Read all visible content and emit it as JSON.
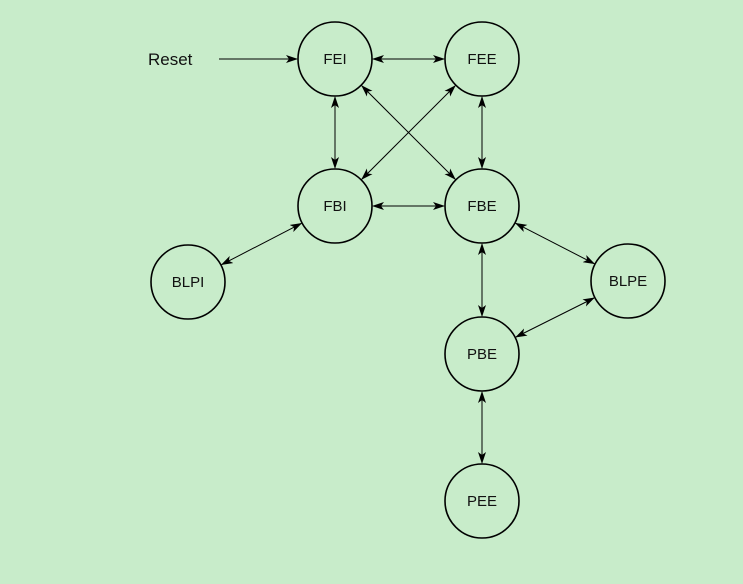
{
  "diagram": {
    "background": "#c8ecca",
    "reset_label": "Reset",
    "nodes": [
      {
        "id": "FEI",
        "label": "FEI"
      },
      {
        "id": "FEE",
        "label": "FEE"
      },
      {
        "id": "FBI",
        "label": "FBI"
      },
      {
        "id": "FBE",
        "label": "FBE"
      },
      {
        "id": "BLPI",
        "label": "BLPI"
      },
      {
        "id": "BLPE",
        "label": "BLPE"
      },
      {
        "id": "PBE",
        "label": "PBE"
      },
      {
        "id": "PEE",
        "label": "PEE"
      }
    ],
    "edges": [
      {
        "from": "Reset",
        "to": "FEI",
        "bidirectional": false
      },
      {
        "from": "FEI",
        "to": "FEE",
        "bidirectional": true
      },
      {
        "from": "FEI",
        "to": "FBI",
        "bidirectional": true
      },
      {
        "from": "FEI",
        "to": "FBE",
        "bidirectional": true
      },
      {
        "from": "FEE",
        "to": "FBI",
        "bidirectional": true
      },
      {
        "from": "FEE",
        "to": "FBE",
        "bidirectional": true
      },
      {
        "from": "FBI",
        "to": "FBE",
        "bidirectional": true
      },
      {
        "from": "BLPI",
        "to": "FBI",
        "bidirectional": true
      },
      {
        "from": "FBE",
        "to": "BLPE",
        "bidirectional": true
      },
      {
        "from": "FBE",
        "to": "PBE",
        "bidirectional": true
      },
      {
        "from": "BLPE",
        "to": "PBE",
        "bidirectional": true
      },
      {
        "from": "PBE",
        "to": "PEE",
        "bidirectional": true
      }
    ]
  }
}
